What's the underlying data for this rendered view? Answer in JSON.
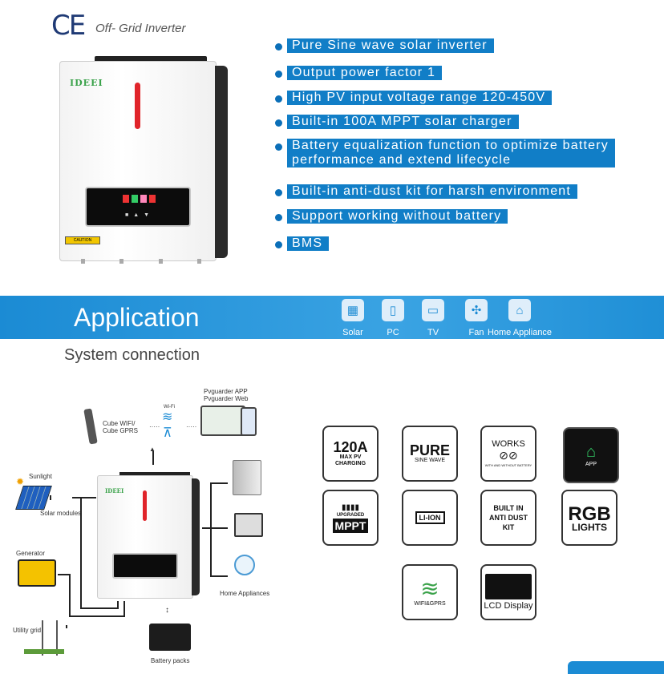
{
  "header": {
    "mark": "CE",
    "subtitle": "Off- Grid Inverter"
  },
  "product": {
    "brand": "IDEEI",
    "caution": "CAUTION"
  },
  "features": [
    "Pure Sine wave solar inverter",
    "Output power factor 1",
    "High PV input voltage range 120-450V",
    "Built-in 100A MPPT solar charger",
    "Battery equalization function to optimize battery\nperformance and extend lifecycle",
    "Built-in anti-dust kit for harsh environment",
    "Support working without battery",
    "BMS"
  ],
  "application": {
    "title": "Application",
    "icons": [
      {
        "label": "Solar",
        "icon": "solar-panel-icon"
      },
      {
        "label": "PC",
        "icon": "pc-icon"
      },
      {
        "label": "TV",
        "icon": "tv-icon"
      },
      {
        "label": "Fan",
        "icon": "fan-icon"
      },
      {
        "label": "Home Appliance",
        "icon": "home-icon"
      }
    ],
    "bar_color": "#1b8bd4"
  },
  "system": {
    "title": "System connection",
    "app_label_1": "Pvguarder APP",
    "app_label_2": "Pvguarder Web",
    "wifi_label_1": "Cube WIFI/",
    "wifi_label_2": "Cube GPRS",
    "wifi_small": "Wi-Fi",
    "sunlight": "Sunlight",
    "solar_modules": "Solar modules",
    "generator": "Generator",
    "utility_grid": "Utility grid",
    "home_appliances": "Home Appliances",
    "battery_packs": "Battery packs",
    "brand": "IDEEI"
  },
  "tiles": {
    "max_pv_big": "120A",
    "max_pv_sm1": "MAX PV",
    "max_pv_sm2": "CHARGING",
    "pure_big": "PURE",
    "pure_sm": "SINE WAVE",
    "works_big": "WORKS",
    "works_sm": "WITH AND WITHOUT BATTERY",
    "app_sm": "APP",
    "mppt_sm1": "UPGRADED",
    "mppt_big": "MPPT",
    "liion": "LI-ION",
    "antidust": "BUILT IN\nANTI DUST\nKIT",
    "rgb_big": "RGB",
    "rgb_sm": "LIGHTS",
    "wifi_sm": "WIFI&GPRS",
    "lcd_sm": "LCD Display"
  }
}
